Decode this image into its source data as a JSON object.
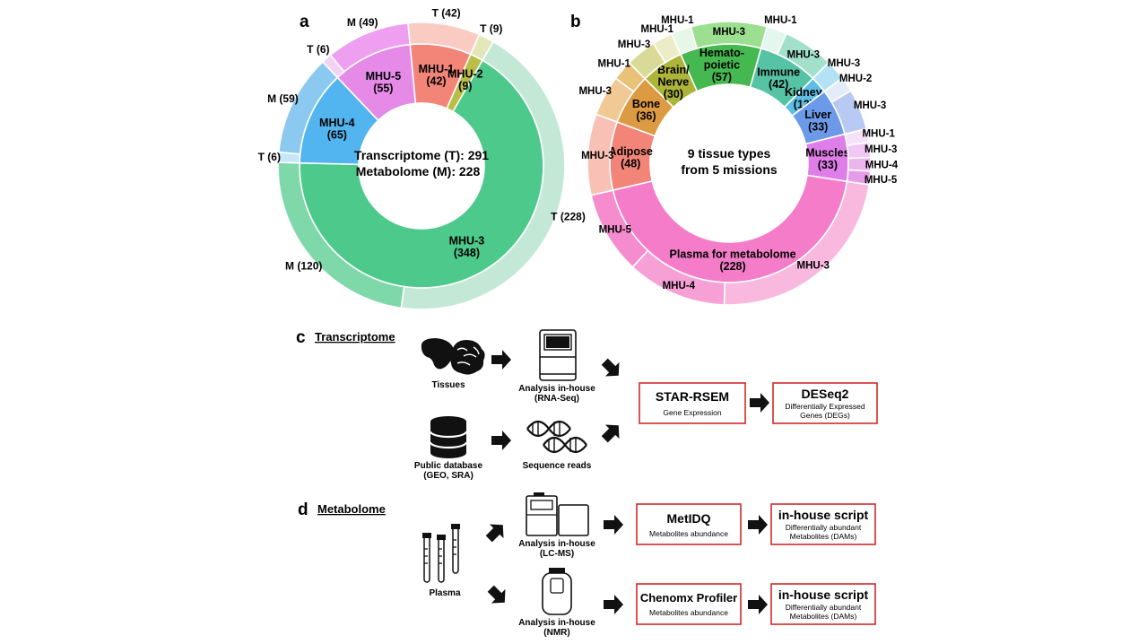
{
  "panel_a": {
    "letter": "a",
    "center_lines": [
      "Transcriptome (T): 291",
      "Metabolome (M): 228"
    ],
    "inner": [
      {
        "name": "MHU-3",
        "count": "(348)",
        "value": 348,
        "color": "#4dc98c"
      },
      {
        "name": "MHU-4",
        "count": "(65)",
        "value": 65,
        "color": "#52b5ef"
      },
      {
        "name": "MHU-5",
        "count": "(55)",
        "value": 55,
        "color": "#e68ae8"
      },
      {
        "name": "MHU-1",
        "count": "(42)",
        "value": 42,
        "color": "#f28478"
      },
      {
        "name": "MHU-2",
        "count": "(9)",
        "value": 9,
        "color": "#b9be44"
      }
    ],
    "outer": [
      {
        "label": "T (228)",
        "value": 228,
        "color": "#c3e9d6"
      },
      {
        "label": "M (120)",
        "value": 120,
        "color": "#7fd8aa"
      },
      {
        "label": "T (6)",
        "value": 6,
        "color": "#c7e6f8"
      },
      {
        "label": "M (59)",
        "value": 59,
        "color": "#8cc9f1"
      },
      {
        "label": "T (6)",
        "value": 6,
        "color": "#f4d2f4"
      },
      {
        "label": "M (49)",
        "value": 49,
        "color": "#ee9ff0"
      },
      {
        "label": "T (42)",
        "value": 42,
        "color": "#f9cbc3"
      },
      {
        "label": "T (9)",
        "value": 9,
        "color": "#e3e7b9"
      }
    ]
  },
  "panel_b": {
    "letter": "b",
    "center_lines": [
      "9 tissue types",
      "from 5 missions"
    ],
    "inner": [
      {
        "lines": [
          "Hemato-",
          "poietic",
          "(57)"
        ],
        "value": 57,
        "color": "#45b850"
      },
      {
        "lines": [
          "Immune",
          "(42)"
        ],
        "value": 42,
        "color": "#56c3a4"
      },
      {
        "lines": [
          "Kidney",
          "(12)"
        ],
        "value": 12,
        "color": "#5dbde3"
      },
      {
        "lines": [
          "Liver",
          "(33)"
        ],
        "value": 33,
        "color": "#6c9ae8"
      },
      {
        "lines": [
          "Muscles",
          "(33)"
        ],
        "value": 33,
        "color": "#df7ee8"
      },
      {
        "lines": [
          "Plasma for metabolome",
          "(228)"
        ],
        "value": 228,
        "color": "#f47cc8"
      },
      {
        "lines": [
          "Adipose",
          "(48)"
        ],
        "value": 48,
        "color": "#f28478"
      },
      {
        "lines": [
          "Bone",
          "(36)"
        ],
        "value": 36,
        "color": "#dc9a42"
      },
      {
        "lines": [
          "Brain/",
          "Nerve",
          "(30)"
        ],
        "value": 30,
        "color": "#acb43a"
      }
    ],
    "outer": [
      {
        "label": "MHU-1",
        "value": 12,
        "color": "#e7f7e7",
        "parent": 0
      },
      {
        "label": "MHU-3",
        "value": 45,
        "color": "#9ddf90",
        "parent": 0
      },
      {
        "label": "MHU-1",
        "value": 12,
        "color": "#e4f7ef",
        "parent": 1
      },
      {
        "label": "MHU-3",
        "value": 30,
        "color": "#a2e0cc",
        "parent": 1
      },
      {
        "label": "MHU-3",
        "value": 12,
        "color": "#b3e2f4",
        "parent": 2
      },
      {
        "label": "MHU-2",
        "value": 9,
        "color": "#e4ecf9",
        "parent": 3
      },
      {
        "label": "MHU-3",
        "value": 24,
        "color": "#b8c9f3",
        "parent": 3
      },
      {
        "label": "MHU-1",
        "value": 8,
        "color": "#f7e1f8",
        "parent": 4
      },
      {
        "label": "MHU-3",
        "value": 9,
        "color": "#f1c8f3",
        "parent": 4
      },
      {
        "label": "MHU-4",
        "value": 8,
        "color": "#ebb6ee",
        "parent": 4
      },
      {
        "label": "MHU-5",
        "value": 8,
        "color": "#e59de9",
        "parent": 4
      },
      {
        "label": "MHU-3",
        "value": 120,
        "color": "#f9b9df",
        "parent": 5
      },
      {
        "label": "MHU-4",
        "value": 59,
        "color": "#f6a0d6",
        "parent": 5
      },
      {
        "label": "MHU-5",
        "value": 49,
        "color": "#f58ccd",
        "parent": 5
      },
      {
        "label": "MHU-3",
        "value": 48,
        "color": "#f9c1b6",
        "parent": 6
      },
      {
        "label": "MHU-3",
        "value": 24,
        "color": "#f1c994",
        "parent": 7
      },
      {
        "label": "MHU-1",
        "value": 12,
        "color": "#e9c27a",
        "parent": 7
      },
      {
        "label": "MHU-3",
        "value": 18,
        "color": "#d9da97",
        "parent": 8
      },
      {
        "label": "MHU-1",
        "value": 12,
        "color": "#ecedc7",
        "parent": 8
      }
    ]
  },
  "panel_c": {
    "letter": "c",
    "title": "Transcriptome",
    "tissues": "Tissues",
    "rnaseq": [
      "Analysis in-house",
      "(RNA-Seq)"
    ],
    "public": [
      "Public database",
      "(GEO, SRA)"
    ],
    "reads": "Sequence reads",
    "box1": {
      "title": "STAR-RSEM",
      "sub": [
        "Gene Expression"
      ]
    },
    "box2": {
      "title": "DESeq2",
      "sub": [
        "Differentially Expressed",
        "Genes (DEGs)"
      ]
    }
  },
  "panel_d": {
    "letter": "d",
    "title": "Metabolome",
    "plasma": "Plasma",
    "lcms": [
      "Analysis in-house",
      "(LC-MS)"
    ],
    "nmr": [
      "Analysis in-house",
      "(NMR)"
    ],
    "box1": {
      "title": "MetIDQ",
      "sub": [
        "Metabolites abundance"
      ]
    },
    "box2": {
      "title": "in-house script",
      "sub": [
        "Differentially abundant",
        "Metabolites (DAMs)"
      ]
    },
    "box3": {
      "title": "Chenomx Profiler",
      "sub": [
        "Metabolites abundance"
      ]
    },
    "box4": {
      "title": "in-house script",
      "sub": [
        "Differentially abundant",
        "Metabolites (DAMs)"
      ]
    }
  }
}
